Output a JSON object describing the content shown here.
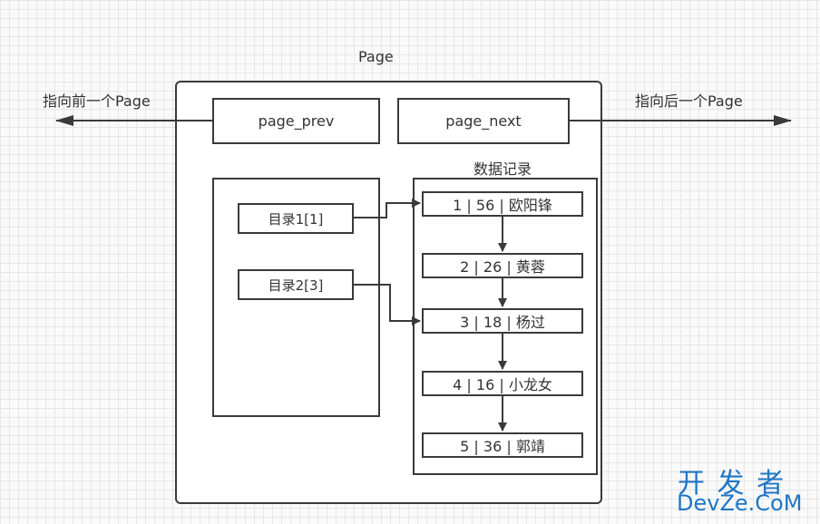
{
  "page": {
    "title": "Page",
    "prev_link_label": "指向前一个Page",
    "next_link_label": "指向后一个Page",
    "page_prev": "page_prev",
    "page_next": "page_next"
  },
  "directory": {
    "entries": [
      "目录1[1]",
      "目录2[3]"
    ]
  },
  "records": {
    "title": "数据记录",
    "rows": [
      "1 | 56 | 欧阳锋",
      "2 | 26 | 黄蓉",
      "3 | 18 | 杨过",
      "4 | 16 | 小龙女",
      "5 | 36 | 郭靖"
    ]
  },
  "watermark": {
    "line1": "开 发 者",
    "line2": "DevZe.CoM"
  }
}
